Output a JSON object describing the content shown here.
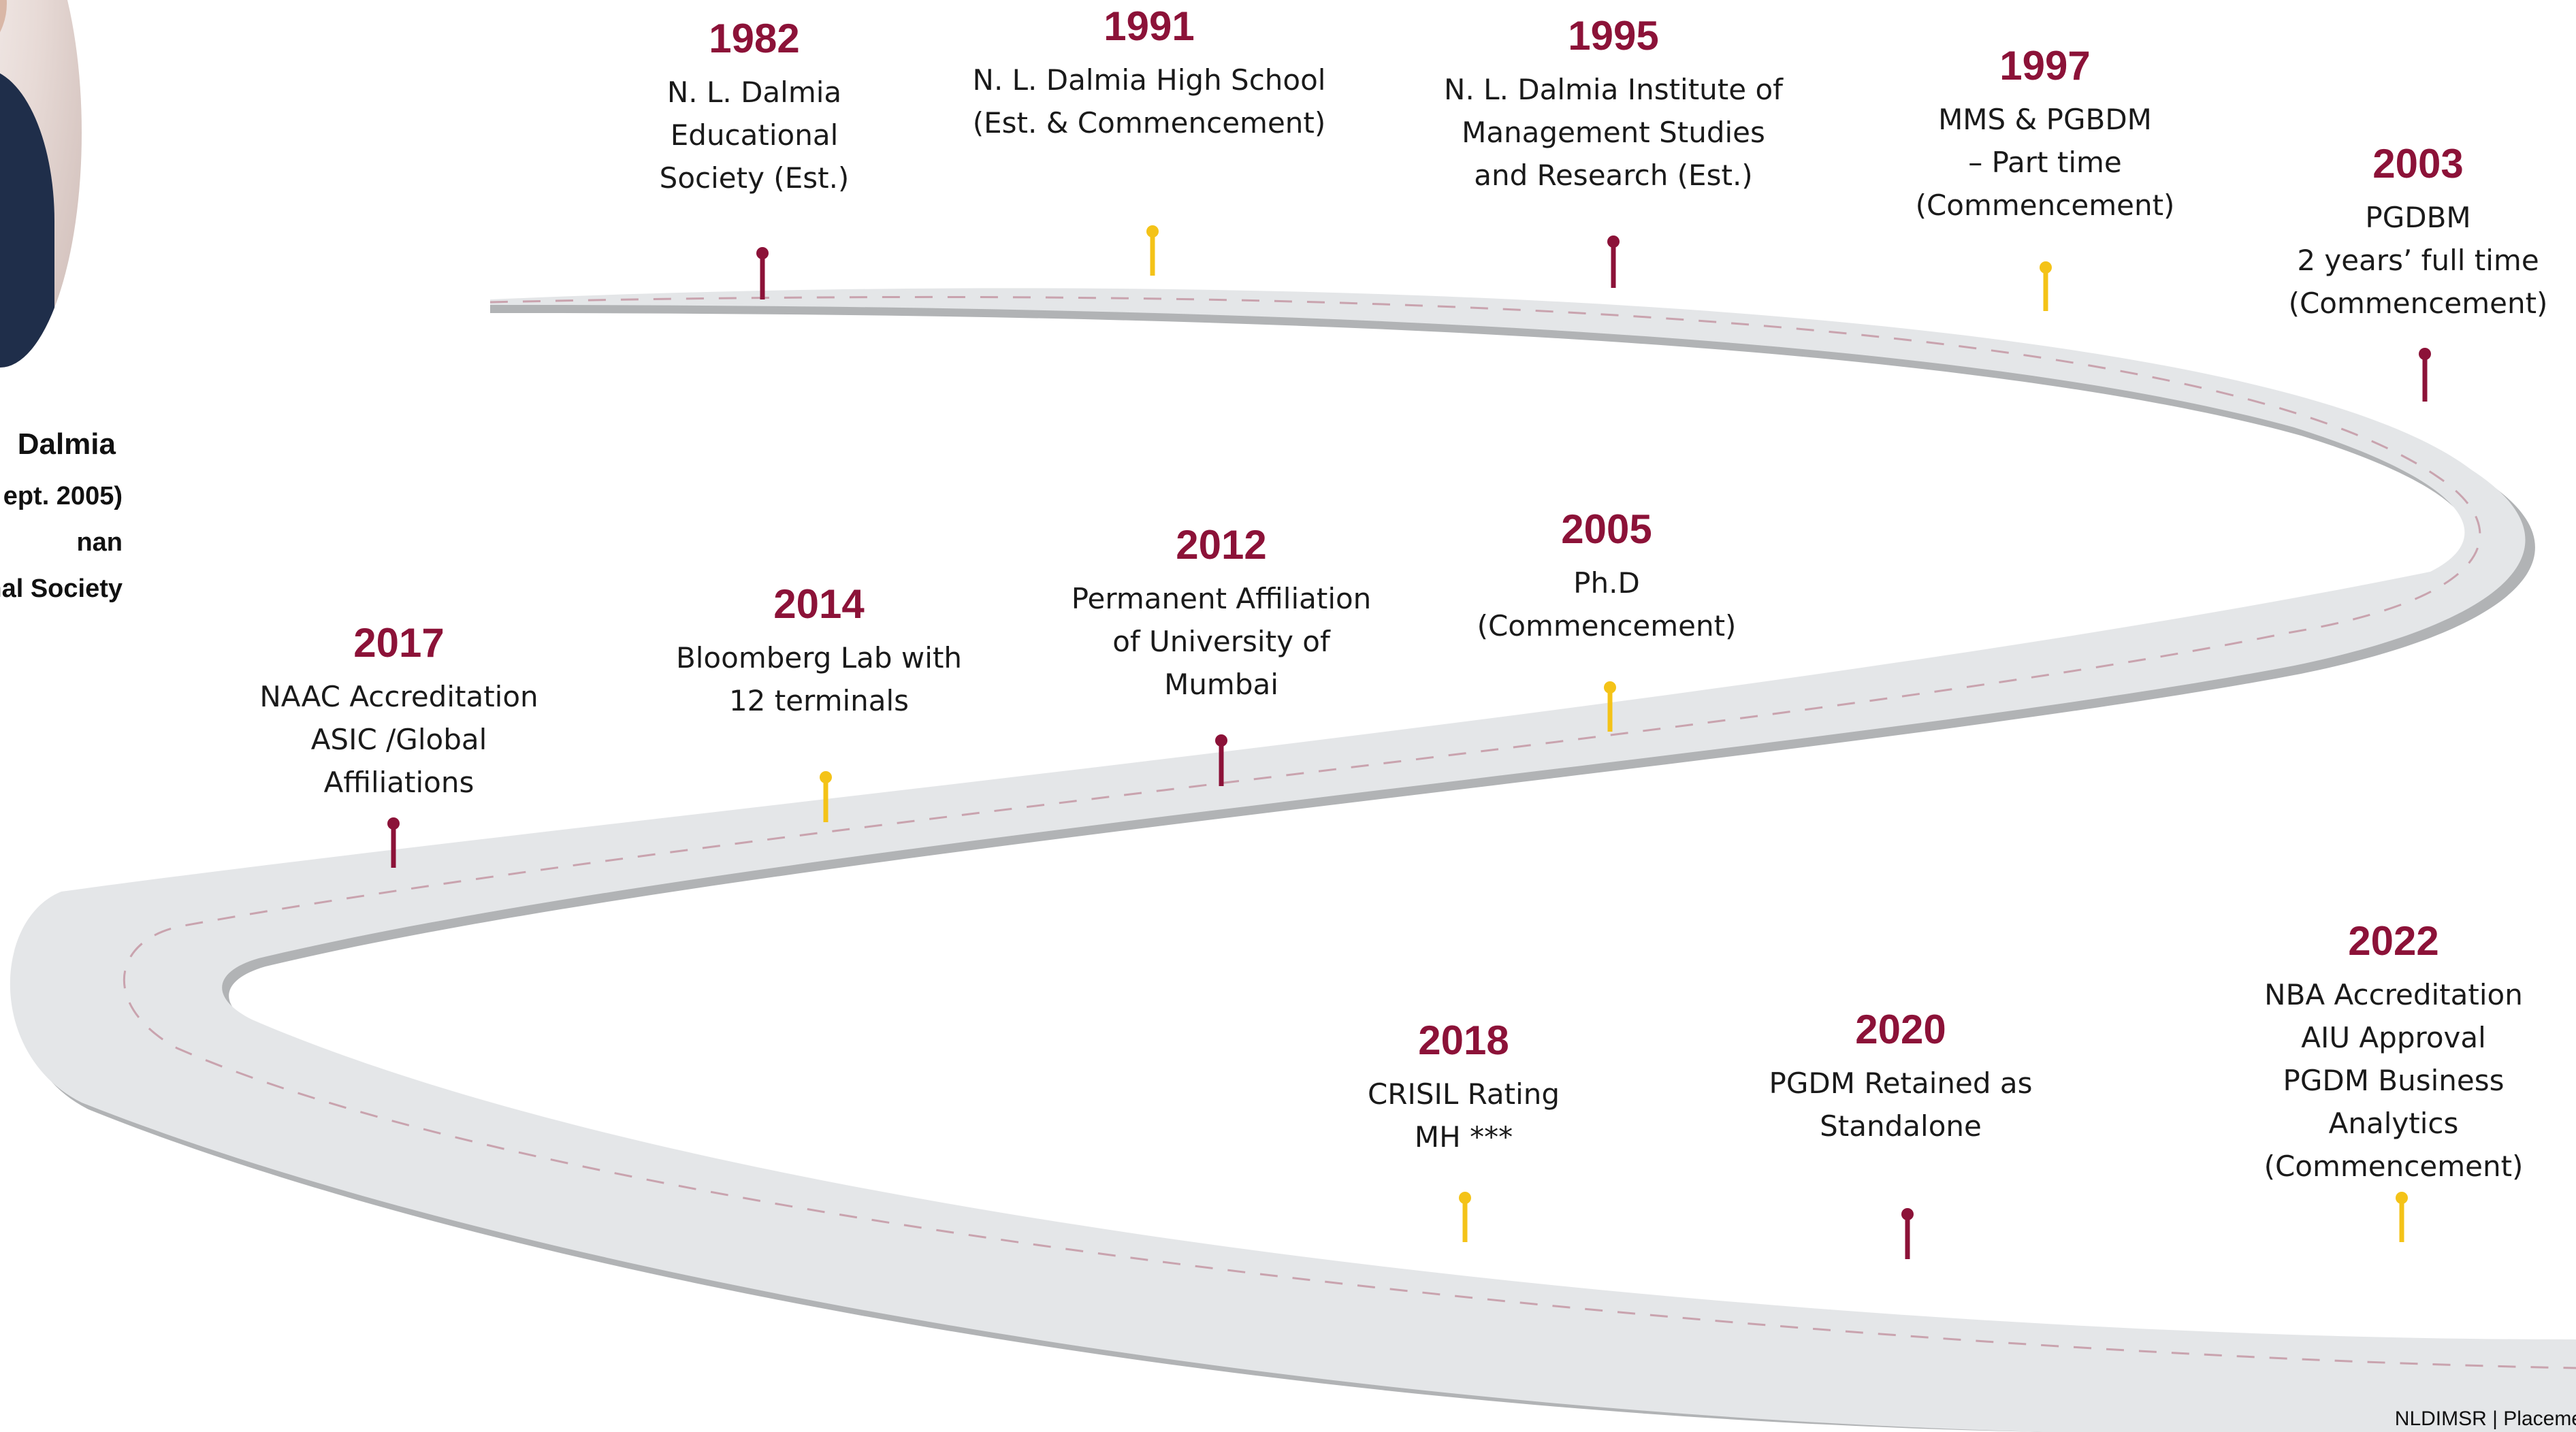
{
  "person": {
    "name": "Dalmia",
    "lines": [
      "ept. 2005)",
      "nan",
      "nal Society"
    ]
  },
  "colors": {
    "year": "#8c1238",
    "pin_maroon": "#8c1238",
    "pin_yellow": "#f4c318",
    "road": "#e4e6e8",
    "road_shadow": "#b1b3b5",
    "road_center_line": "#c9a3ae"
  },
  "milestones": [
    {
      "year": "1982",
      "desc": "N. L. Dalmia\nEducational\nSociety (Est.)",
      "pin_color": "maroon"
    },
    {
      "year": "1991",
      "desc": "N. L. Dalmia High School\n(Est. & Commencement)",
      "pin_color": "yellow"
    },
    {
      "year": "1995",
      "desc": "N. L. Dalmia Institute of\nManagement Studies\nand Research (Est.)",
      "pin_color": "maroon"
    },
    {
      "year": "1997",
      "desc": "MMS & PGBDM\n– Part time\n(Commencement)",
      "pin_color": "yellow"
    },
    {
      "year": "2003",
      "desc": "PGDBM\n2 years’ full time\n(Commencement)",
      "pin_color": "maroon"
    },
    {
      "year": "2005",
      "desc": "Ph.D\n(Commencement)",
      "pin_color": "yellow"
    },
    {
      "year": "2012",
      "desc": "Permanent Affiliation\nof University of\nMumbai",
      "pin_color": "maroon"
    },
    {
      "year": "2014",
      "desc": "Bloomberg Lab with\n12 terminals",
      "pin_color": "yellow"
    },
    {
      "year": "2017",
      "desc": "NAAC Accreditation\nASIC /Global\nAffiliations",
      "pin_color": "maroon"
    },
    {
      "year": "2018",
      "desc": "CRISIL Rating\nMH ***",
      "pin_color": "yellow"
    },
    {
      "year": "2020",
      "desc": "PGDM Retained as\nStandalone",
      "pin_color": "maroon"
    },
    {
      "year": "2022",
      "desc": "NBA Accreditation\nAIU Approval\nPGDM Business Analytics\n(Commencement)",
      "pin_color": "yellow"
    }
  ],
  "footer": "NLDIMSR | Placeme"
}
